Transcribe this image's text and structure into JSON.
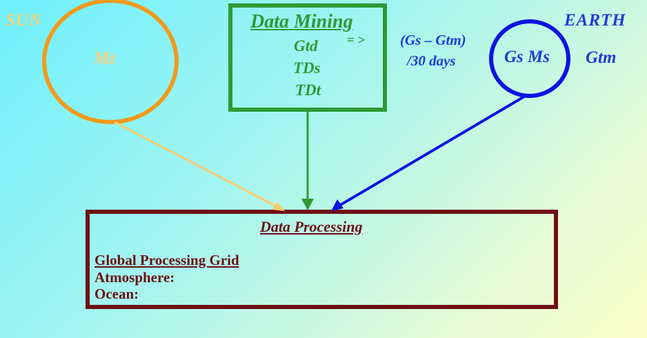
{
  "sun": {
    "label": "SUN",
    "inner": "Mt",
    "color": "#f39a1c"
  },
  "earth": {
    "label": "EARTH",
    "inner": "Gs Ms",
    "side": "Gtm",
    "color": "#0a14e0"
  },
  "formula": {
    "line1": "(Gs – Gtm)",
    "line2": "/30 days"
  },
  "data_mining": {
    "title": "Data Mining",
    "arrow": "= >",
    "items": [
      "Gtd",
      "TDs",
      "TDt"
    ],
    "color": "#2e9a34"
  },
  "data_processing": {
    "title": "Data Processing",
    "lines": [
      "Global Processing Grid",
      "Atmosphere:",
      "Ocean:"
    ],
    "color": "#6e0f14"
  },
  "connectors": {
    "sun_to_processing": "#ffcc70",
    "mining_to_processing": "#2e9a34",
    "earth_to_processing": "#0a14e0"
  }
}
